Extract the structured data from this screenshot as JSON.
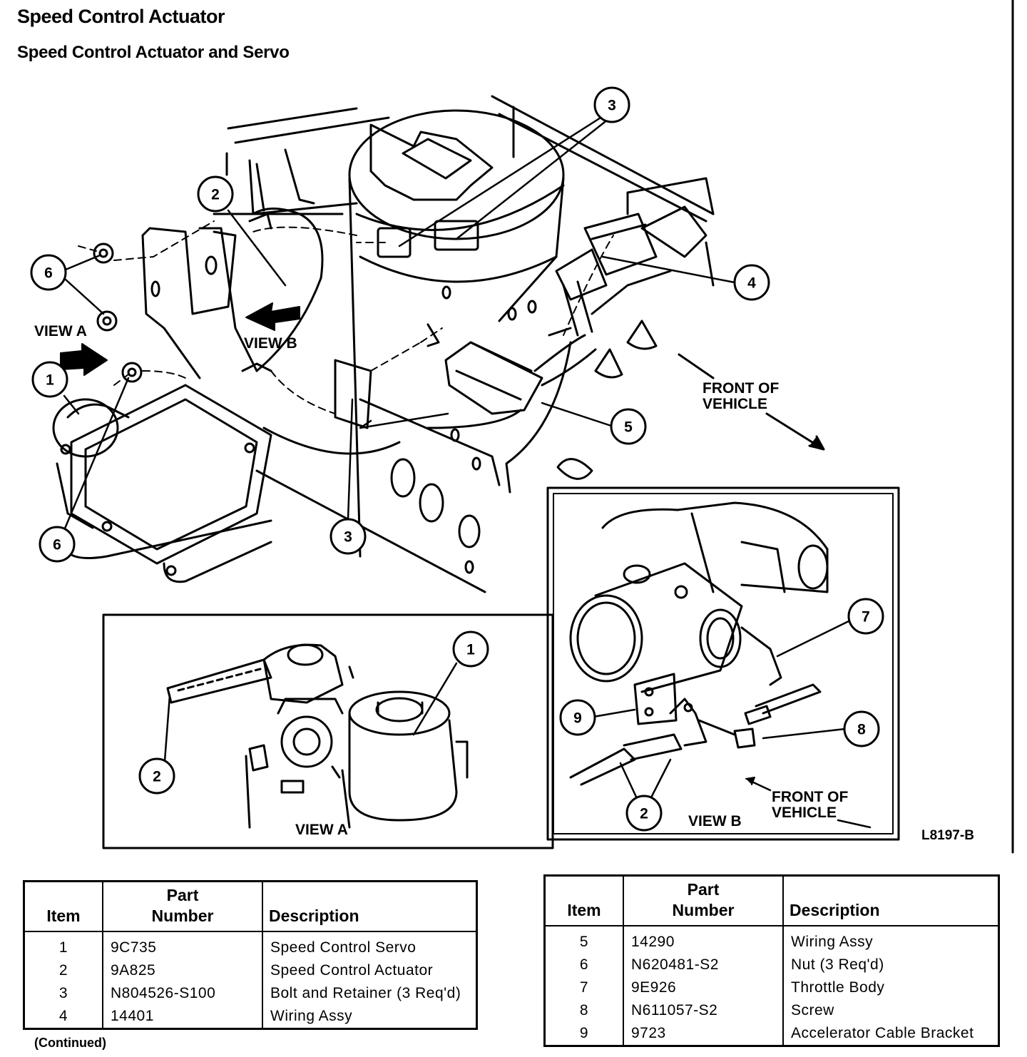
{
  "header": {
    "title": "Speed Control Actuator",
    "subtitle": "Speed Control Actuator and Servo"
  },
  "diagram": {
    "callouts": [
      "1",
      "2",
      "3",
      "4",
      "5",
      "6",
      "7",
      "8",
      "9"
    ],
    "labels": {
      "view_a": "VIEW A",
      "view_b": "VIEW B",
      "front_line1": "FRONT OF",
      "front_line2": "VEHICLE"
    },
    "figure_id": "L8197-B"
  },
  "parts_table_left": {
    "headers": {
      "item": "Item",
      "part_line1": "Part",
      "part_line2": "Number",
      "description": "Description"
    },
    "rows": [
      {
        "item": "1",
        "part": "9C735",
        "description": "Speed Control Servo"
      },
      {
        "item": "2",
        "part": "9A825",
        "description": "Speed Control Actuator"
      },
      {
        "item": "3",
        "part": "N804526-S100",
        "description": "Bolt and Retainer (3 Req'd)"
      },
      {
        "item": "4",
        "part": "14401",
        "description": "Wiring Assy"
      }
    ]
  },
  "parts_table_right": {
    "headers": {
      "item": "Item",
      "part_line1": "Part",
      "part_line2": "Number",
      "description": "Description"
    },
    "rows": [
      {
        "item": "5",
        "part": "14290",
        "description": "Wiring Assy"
      },
      {
        "item": "6",
        "part": "N620481-S2",
        "description": "Nut (3 Req'd)"
      },
      {
        "item": "7",
        "part": "9E926",
        "description": "Throttle Body"
      },
      {
        "item": "8",
        "part": "N611057-S2",
        "description": "Screw"
      },
      {
        "item": "9",
        "part": "9723",
        "description": "Accelerator Cable Bracket"
      }
    ]
  },
  "footer": {
    "continued": "(Continued)"
  }
}
